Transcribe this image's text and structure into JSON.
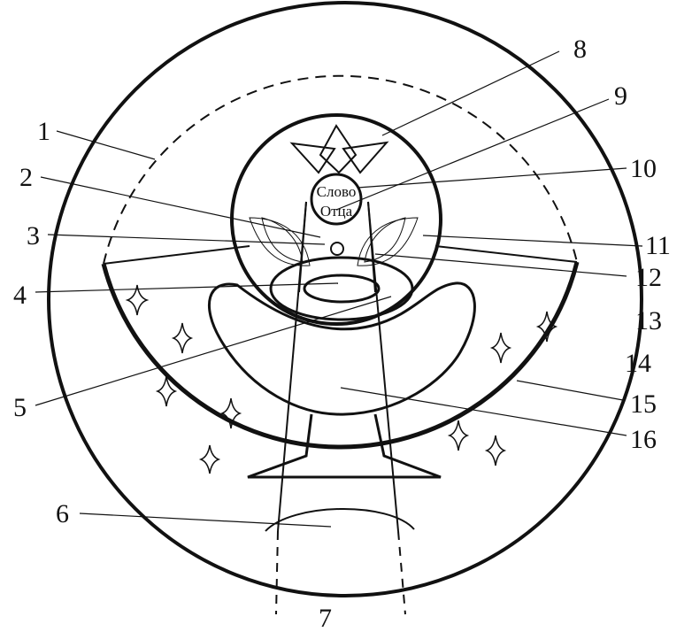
{
  "labels": [
    "1",
    "2",
    "3",
    "4",
    "5",
    "6",
    "7",
    "8",
    "9",
    "10",
    "11",
    "12",
    "13",
    "14",
    "15",
    "16"
  ],
  "inner_text": {
    "line1": "Слово",
    "line2": "Отца"
  }
}
